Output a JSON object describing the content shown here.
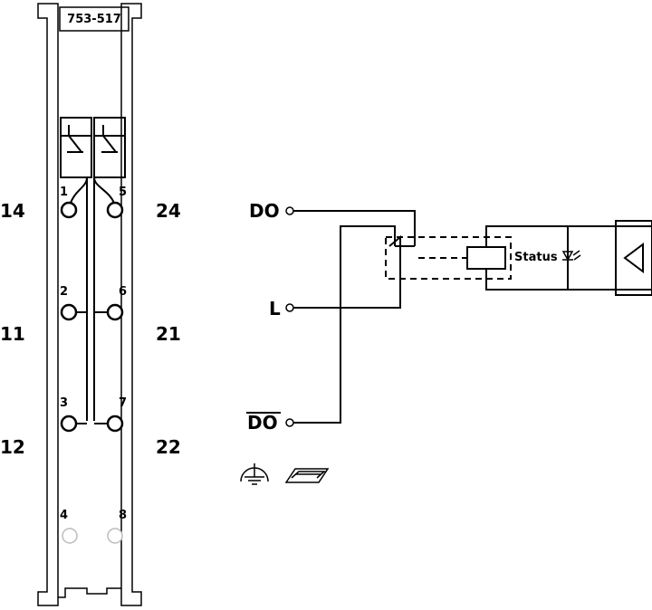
{
  "module": {
    "part_number": "753-517"
  },
  "left_terminals": {
    "t14": "14",
    "t11": "11",
    "t12": "12"
  },
  "right_terminals": {
    "t24": "24",
    "t21": "21",
    "t22": "22"
  },
  "contact_numbers": {
    "c1": "1",
    "c2": "2",
    "c3": "3",
    "c4": "4",
    "c5": "5",
    "c6": "6",
    "c7": "7",
    "c8": "8"
  },
  "schematic": {
    "do_label": "DO",
    "l_label": "L",
    "do_bar_label": "DO",
    "status_label": "Status"
  },
  "icons": [
    "earth-ground-icon",
    "din-rail-icon",
    "led-icon",
    "triangle-output-icon",
    "relay-contact-icon"
  ]
}
